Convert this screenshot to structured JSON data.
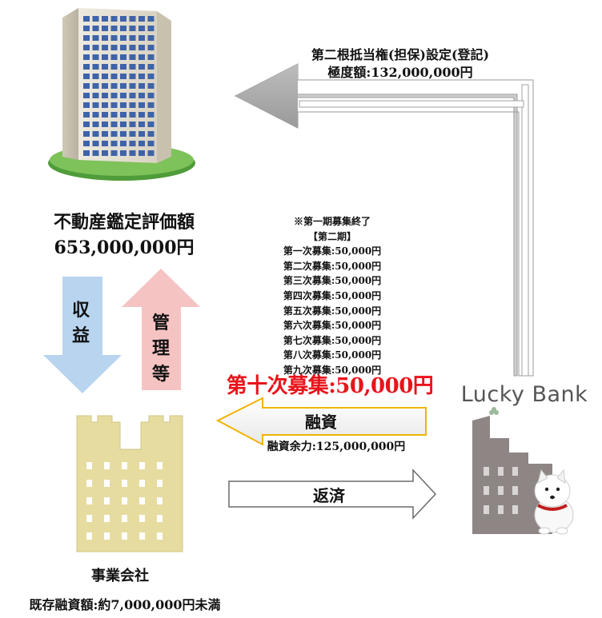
{
  "lien": {
    "line1": "第二根抵当権(担保)設定(登記)",
    "line2": "極度額:132,000,000円"
  },
  "valuation": {
    "label": "不動産鑑定評価額",
    "amount": "653,000,000円"
  },
  "flows": {
    "revenue": [
      "収",
      "益"
    ],
    "management": [
      "管",
      "理",
      "等"
    ]
  },
  "fundraising": {
    "note": "※第一期募集終了",
    "phase": "【第二期】",
    "rounds": [
      "第一次募集:50,000円",
      "第二次募集:50,000円",
      "第三次募集:50,000円",
      "第四次募集:50,000円",
      "第五次募集:50,000円",
      "第六次募集:50,000円",
      "第七次募集:50,000円",
      "第八次募集:50,000円",
      "第九次募集:50,000円"
    ],
    "current_round": "第十次募集:50,000円"
  },
  "financing": {
    "label": "融資",
    "remaining": "融資余力:125,000,000円"
  },
  "repayment": {
    "label": "返済"
  },
  "company": {
    "name": "事業会社",
    "existing_loan": "既存融資額:約7,000,000円未満"
  },
  "lender": {
    "logo": "Lucky Bank"
  },
  "colors": {
    "highlight": "#e8141b",
    "revenue_arrow": "#b8d4ef",
    "management_arrow": "#f6c3c3",
    "financing_arrow_border": "#f0b400",
    "company_building": "#e6dca0",
    "bank_building": "#8e8585",
    "lien_arrow": "#a8a8a8"
  }
}
